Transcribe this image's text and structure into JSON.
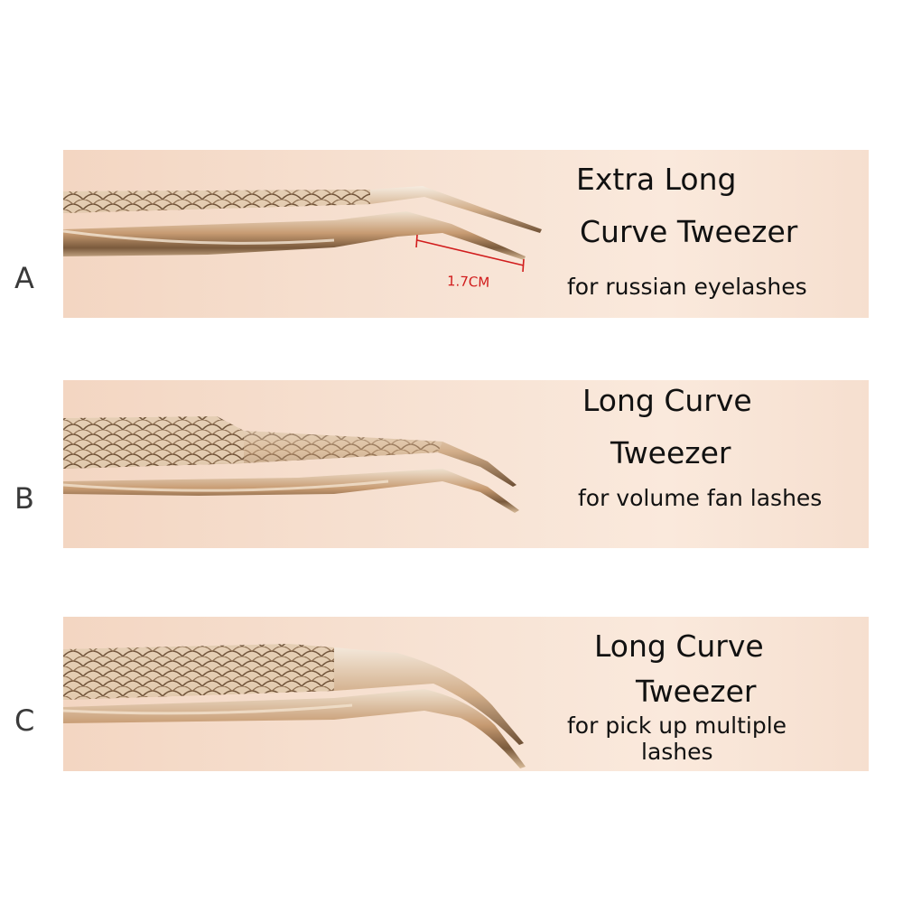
{
  "rows": [
    {
      "letter": "A",
      "title_line1": "Extra Long",
      "title_line2": "Curve Tweezer",
      "subtitle_line1": "for russian eyelashes",
      "tip_length": "1.7CM"
    },
    {
      "letter": "B",
      "title_line1": "Long Curve",
      "title_line2": "Tweezer",
      "subtitle_line1": "for volume fan lashes"
    },
    {
      "letter": "C",
      "title_line1": "Long  Curve",
      "title_line2": "Tweezer",
      "subtitle_line1": "for pick up multiple",
      "subtitle_line2": "lashes"
    }
  ],
  "colors": {
    "panel_background": "#f7e2d3",
    "tweezer_metal": "#c9a27e",
    "text": "#111111",
    "dimension_marker": "#d11c1c"
  }
}
